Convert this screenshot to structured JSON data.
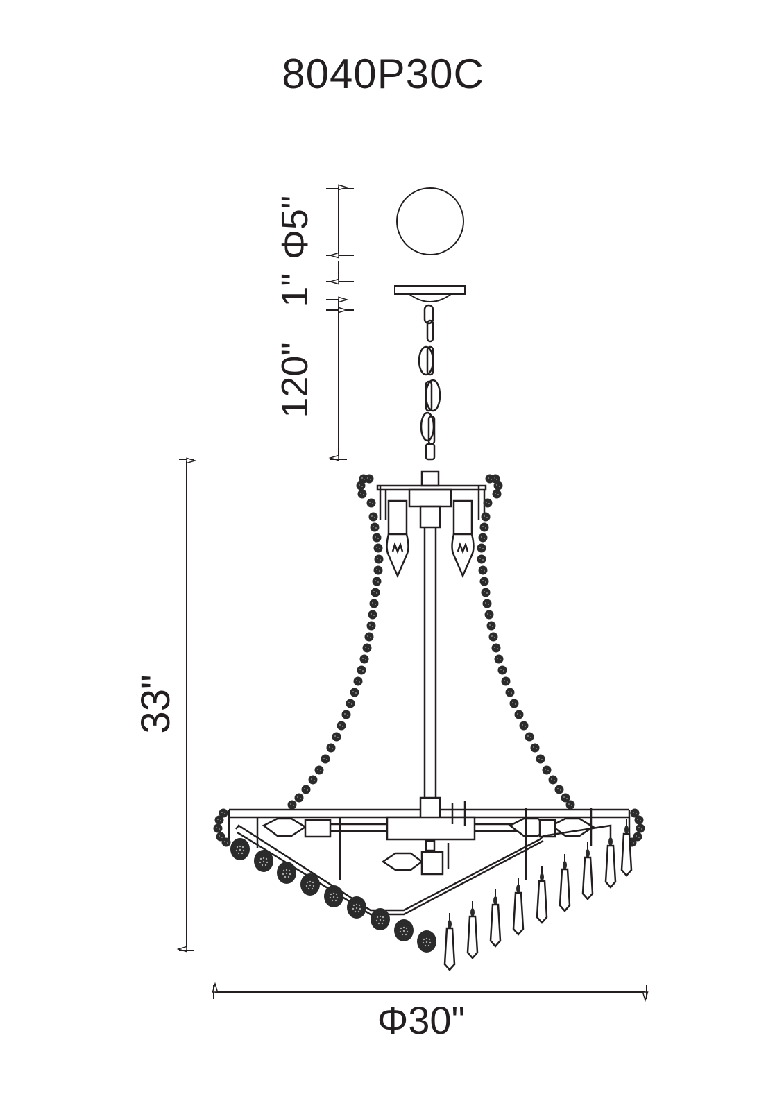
{
  "title": "8040P30C",
  "dimensions": {
    "canopy_diameter": "Φ5\"",
    "canopy_height": "1\"",
    "chain_length": "120\"",
    "fixture_height": "33\"",
    "fixture_diameter": "Φ30\""
  },
  "colors": {
    "ink": "#231f20",
    "background": "#ffffff"
  }
}
